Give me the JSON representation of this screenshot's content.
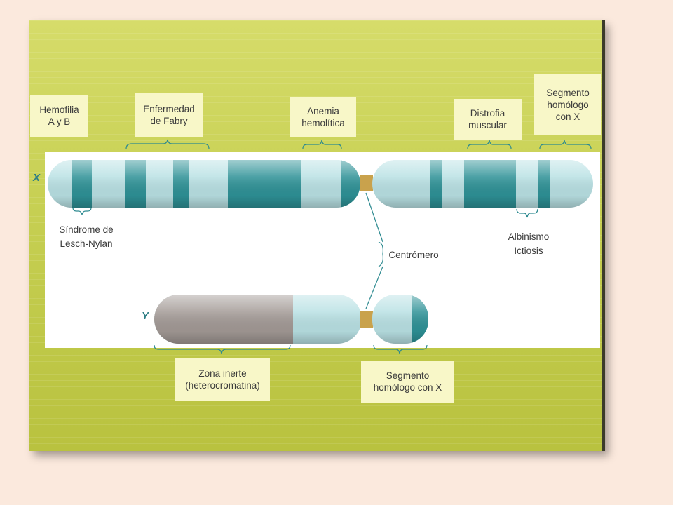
{
  "x_chromosome": {
    "letter": "X",
    "labels_top": [
      "Hemofilia\nA y B",
      "Enfermedad\nde Fabry",
      "Anemia\nhemolítica",
      "Distrofia\nmuscular",
      "Segmento\nhomólogo\ncon X"
    ],
    "labels_bottom": [
      "Síndrome de\nLesch-Nylan",
      "Albinismo\nIctiosis"
    ]
  },
  "y_chromosome": {
    "letter": "Y",
    "labels_bottom": [
      "Zona inerte\n(heterocromatina)",
      "Segmento\nhomólogo con X"
    ]
  },
  "centromere_label": "Centrómero",
  "colors": {
    "band_dark": "#2e9297",
    "band_light": "#b9e1e4",
    "inert_zone": "#a39a96",
    "centromere": "#c9a24c",
    "bracket": "#2d8a90"
  }
}
